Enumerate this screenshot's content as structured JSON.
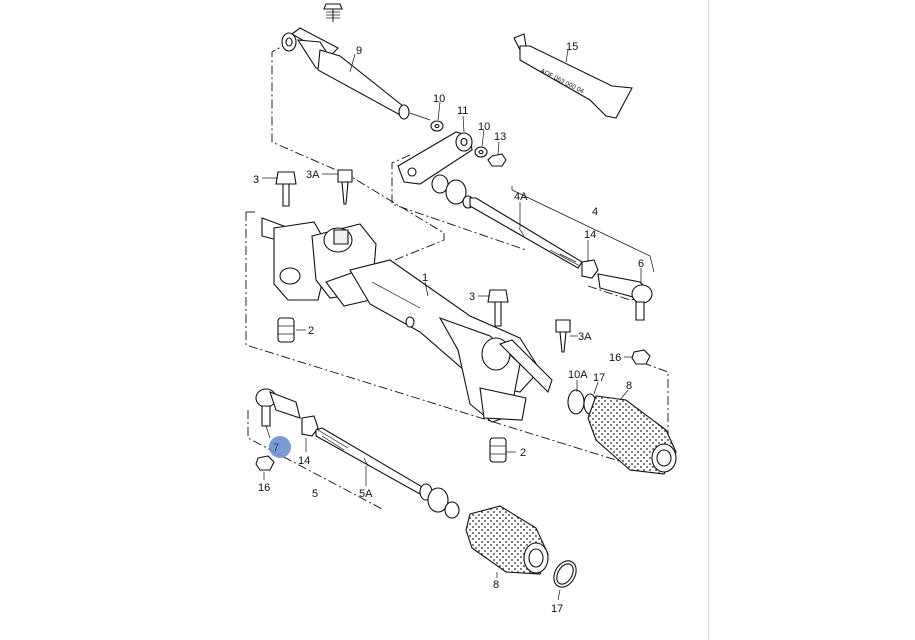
{
  "diagram": {
    "accent_color": "#6e8fcf",
    "tube_marking": "AOF 063 000 04",
    "labels": {
      "p9": "9",
      "p15": "15",
      "p10a": "10",
      "p11": "11",
      "p10b": "10",
      "p13": "13",
      "p3a": "3",
      "p3A_a": "3A",
      "p4A": "4A",
      "p4": "4",
      "p14a": "14",
      "p6": "6",
      "p1": "1",
      "p3b": "3",
      "p3A_b": "3A",
      "p2a": "2",
      "p16a": "16",
      "p10A": "10A",
      "p17a": "17",
      "p8a": "8",
      "p7": "7",
      "p14b": "14",
      "p16b": "16",
      "p5": "5",
      "p5A": "5A",
      "p2b": "2",
      "p8b": "8",
      "p17b": "17"
    }
  }
}
